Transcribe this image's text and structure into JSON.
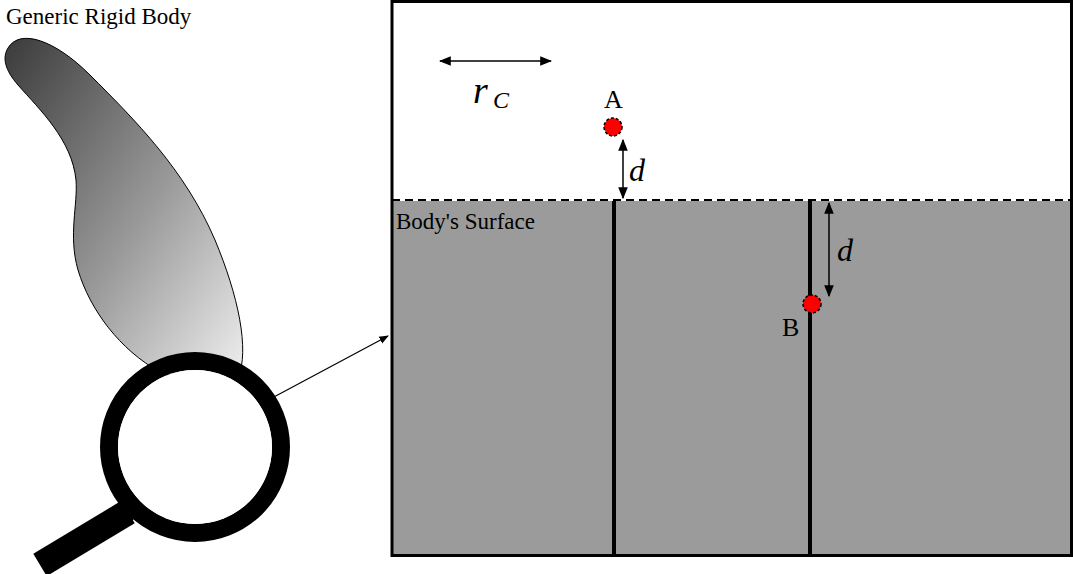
{
  "diagram": {
    "labels": [
      "Generic Rigid Body",
      "r",
      "C",
      "A",
      "d",
      "Body's Surface",
      "d",
      "B"
    ]
  }
}
